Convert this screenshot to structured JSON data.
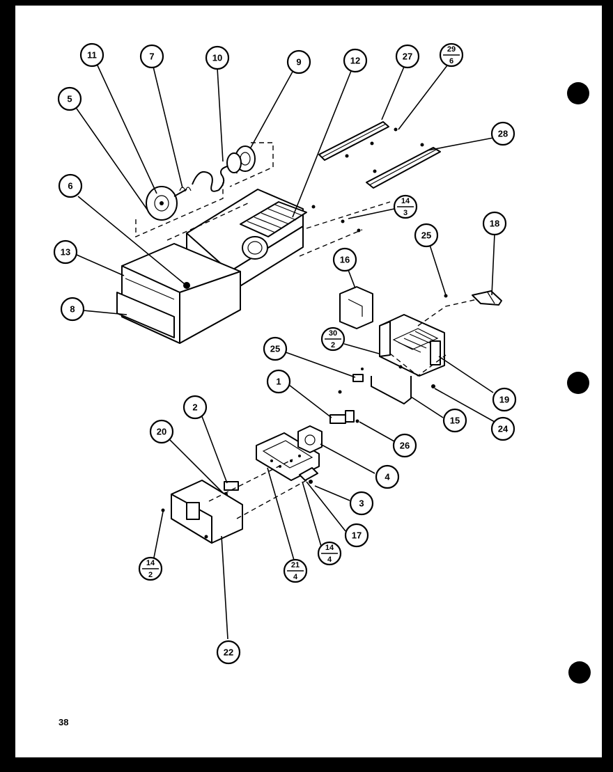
{
  "page_number": "38",
  "callouts": [
    {
      "id": "c11",
      "label": "11"
    },
    {
      "id": "c7",
      "label": "7"
    },
    {
      "id": "c10",
      "label": "10"
    },
    {
      "id": "c9",
      "label": "9"
    },
    {
      "id": "c12",
      "label": "12"
    },
    {
      "id": "c27",
      "label": "27"
    },
    {
      "id": "c29_6",
      "top": "29",
      "bottom": "6"
    },
    {
      "id": "c5",
      "label": "5"
    },
    {
      "id": "c28",
      "label": "28"
    },
    {
      "id": "c6",
      "label": "6"
    },
    {
      "id": "c14_3",
      "top": "14",
      "bottom": "3"
    },
    {
      "id": "c25a",
      "label": "25"
    },
    {
      "id": "c18",
      "label": "18"
    },
    {
      "id": "c13",
      "label": "13"
    },
    {
      "id": "c16",
      "label": "16"
    },
    {
      "id": "c8",
      "label": "8"
    },
    {
      "id": "c30_2",
      "top": "30",
      "bottom": "2"
    },
    {
      "id": "c25b",
      "label": "25"
    },
    {
      "id": "c1",
      "label": "1"
    },
    {
      "id": "c19",
      "label": "19"
    },
    {
      "id": "c2",
      "label": "2"
    },
    {
      "id": "c15",
      "label": "15"
    },
    {
      "id": "c24",
      "label": "24"
    },
    {
      "id": "c20",
      "label": "20"
    },
    {
      "id": "c26",
      "label": "26"
    },
    {
      "id": "c4",
      "label": "4"
    },
    {
      "id": "c3",
      "label": "3"
    },
    {
      "id": "c17",
      "label": "17"
    },
    {
      "id": "c14_4",
      "top": "14",
      "bottom": "4"
    },
    {
      "id": "c14_2",
      "top": "14",
      "bottom": "2"
    },
    {
      "id": "c21_4",
      "top": "21",
      "bottom": "4"
    },
    {
      "id": "c22",
      "label": "22"
    }
  ]
}
